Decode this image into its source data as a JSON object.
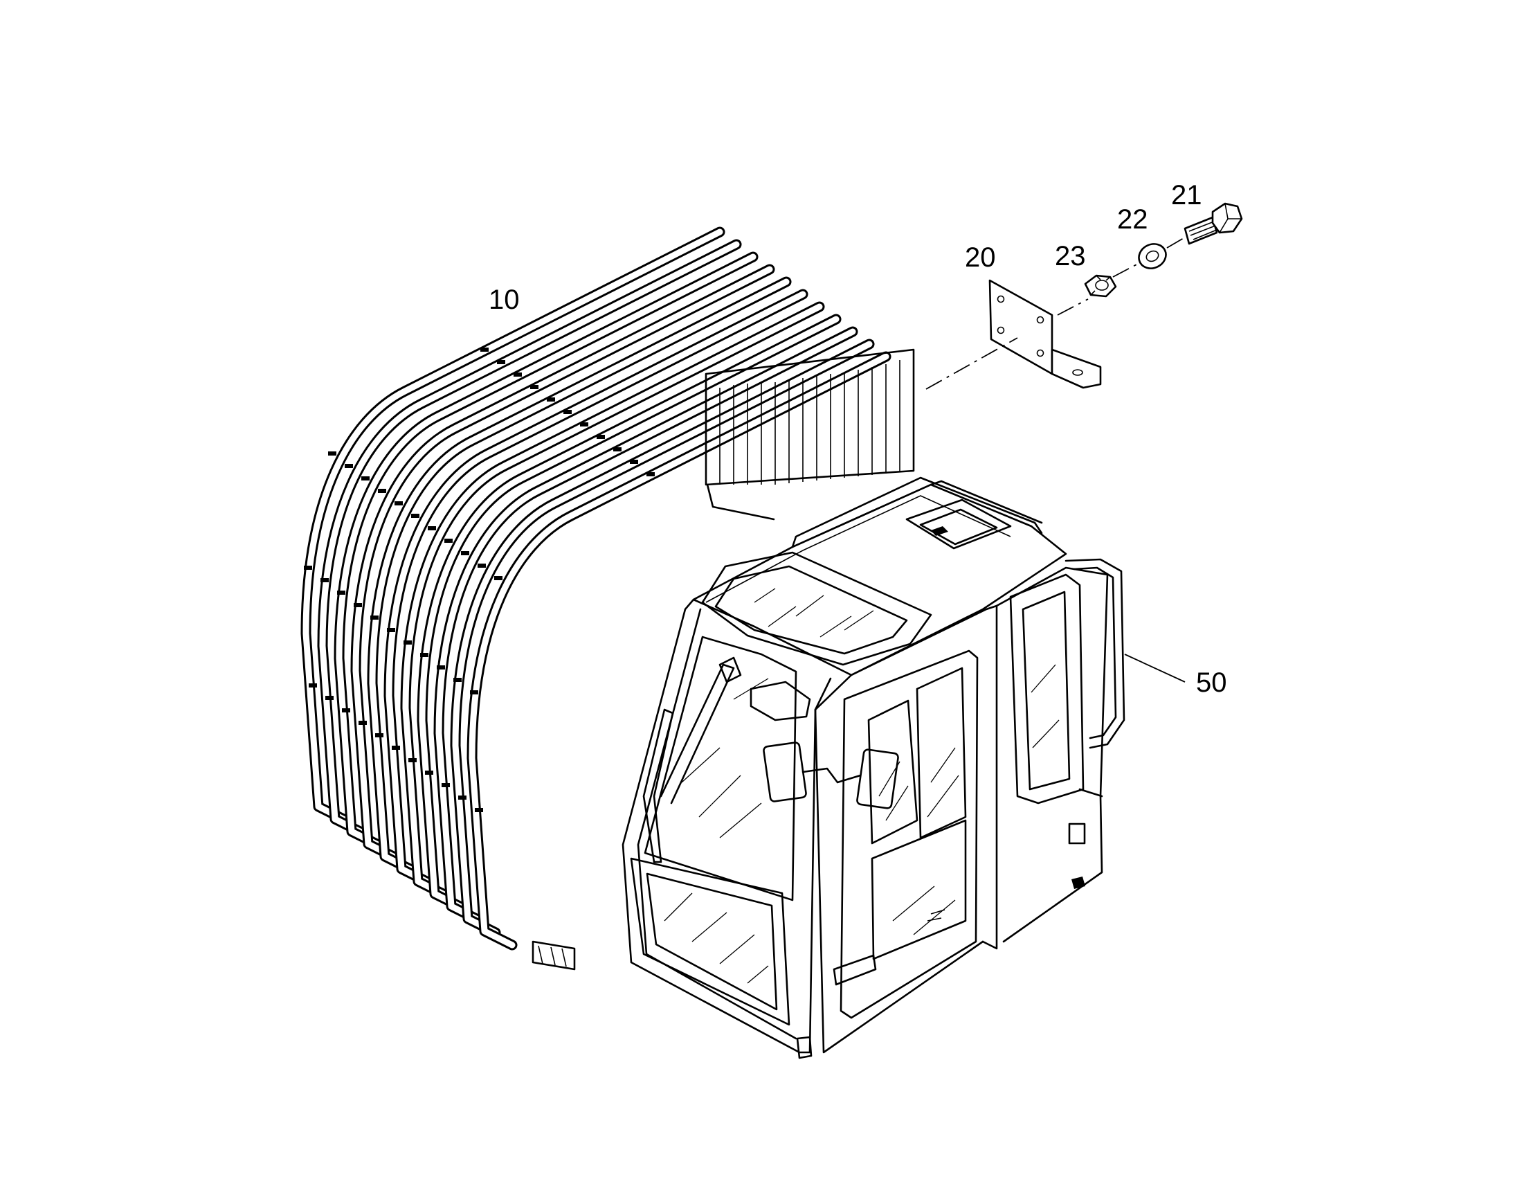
{
  "callouts": {
    "guard": "10",
    "bracket": "20",
    "bolt": "21",
    "washer": "22",
    "nut": "23",
    "cab": "50"
  }
}
